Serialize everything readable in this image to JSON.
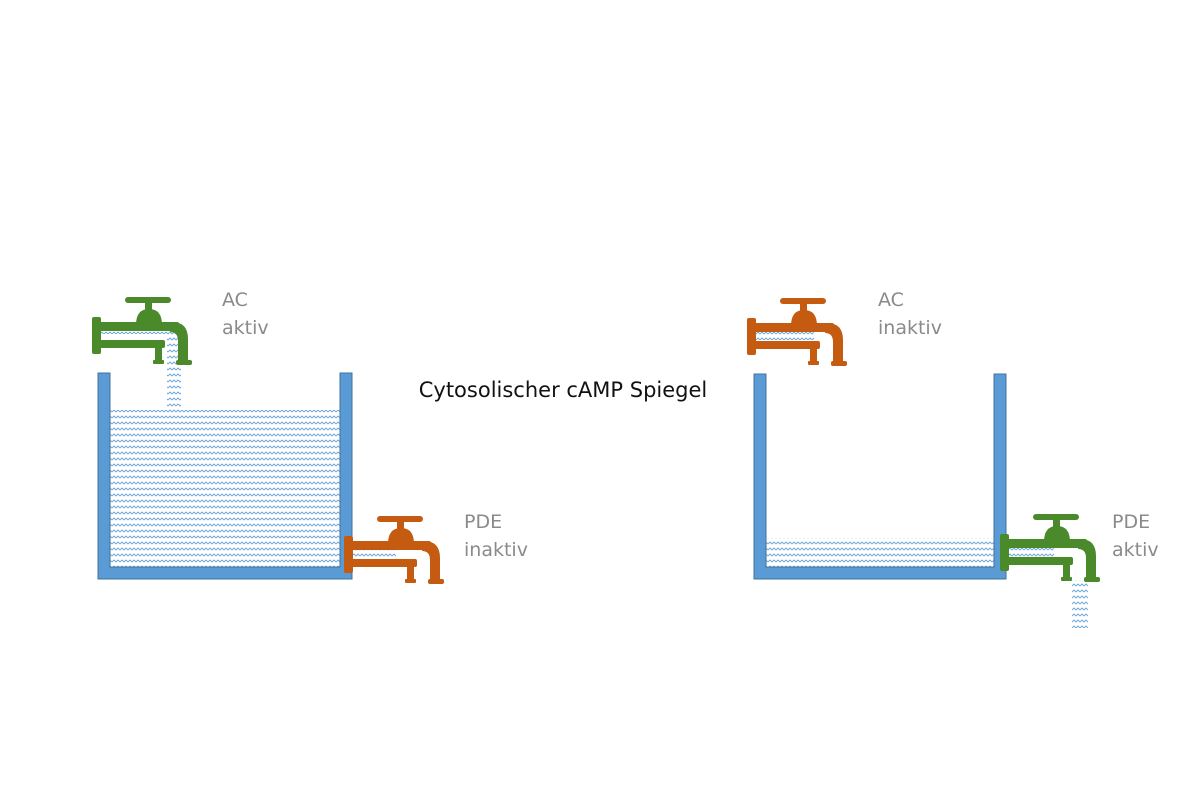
{
  "title": "Cytosolischer cAMP Spiegel",
  "colors": {
    "wall": "#5b9bd5",
    "wall_edge": "#41719c",
    "water_line": "#5b9bd5",
    "active": "#4a8a2a",
    "inactive": "#c55a11",
    "label": "#8a8a8a"
  },
  "left_panel": {
    "ac": {
      "name": "AC",
      "state": "aktiv",
      "color_key": "active"
    },
    "pde": {
      "name": "PDE",
      "state": "inaktiv",
      "color_key": "inactive"
    },
    "fill_level": 0.8
  },
  "right_panel": {
    "ac": {
      "name": "AC",
      "state": "inaktiv",
      "color_key": "inactive"
    },
    "pde": {
      "name": "PDE",
      "state": "aktiv",
      "color_key": "active"
    },
    "fill_level": 0.15
  }
}
